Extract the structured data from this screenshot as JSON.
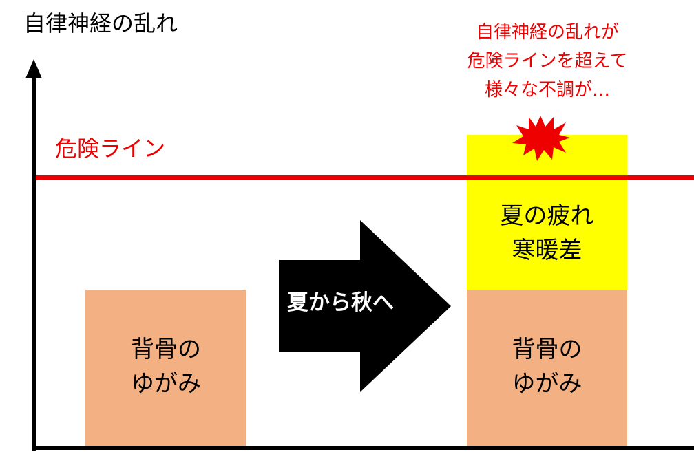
{
  "axis": {
    "y_label": "自律神経の乱れ"
  },
  "danger_line": {
    "label": "危険ライン",
    "color": "#ee0000"
  },
  "bars": {
    "left": {
      "label": "背骨の\nゆがみ",
      "color": "#f3b083"
    },
    "right_base": {
      "label": "背骨の\nゆがみ",
      "color": "#f3b083"
    },
    "right_top": {
      "label": "夏の疲れ\n寒暖差",
      "color": "#ffff00"
    }
  },
  "transition": {
    "label": "夏から秋へ",
    "color": "#000000"
  },
  "callout": {
    "text": "自律神経の乱れが\n危険ラインを超えて\n様々な不調が…",
    "color": "#ee0000"
  },
  "burst": {
    "icon": "explosion-burst-icon",
    "color": "#ee0000"
  }
}
